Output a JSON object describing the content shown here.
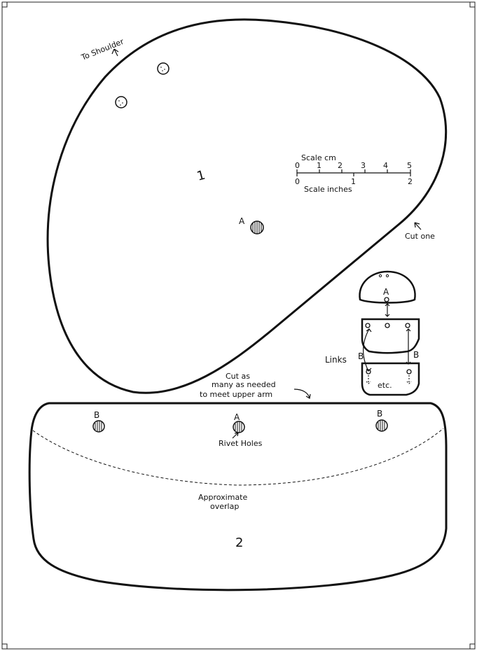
{
  "pattern": {
    "piece1": {
      "number": "1",
      "direction_note": "To Shoulder",
      "instruction": "Cut one",
      "rivet_label": "A"
    },
    "scale": {
      "cm_title": "Scale cm",
      "cm_ticks": [
        "0",
        "1",
        "2",
        "3",
        "4",
        "5"
      ],
      "inch_title": "Scale inches",
      "inch_ticks": [
        "0",
        "1",
        "2"
      ]
    },
    "links": {
      "label": "Links",
      "top_piece_label": "A",
      "left_label": "B",
      "right_label": "B",
      "continuation": "etc."
    },
    "cut_note": {
      "line1": "Cut as",
      "line2": "many as needed",
      "line3": "to meet upper arm"
    },
    "piece2": {
      "number": "2",
      "rivet_labels": [
        "B",
        "A",
        "B"
      ],
      "rivet_note": "Rivet Holes",
      "overlap_line1": "Approximate",
      "overlap_line2": "overlap"
    }
  }
}
